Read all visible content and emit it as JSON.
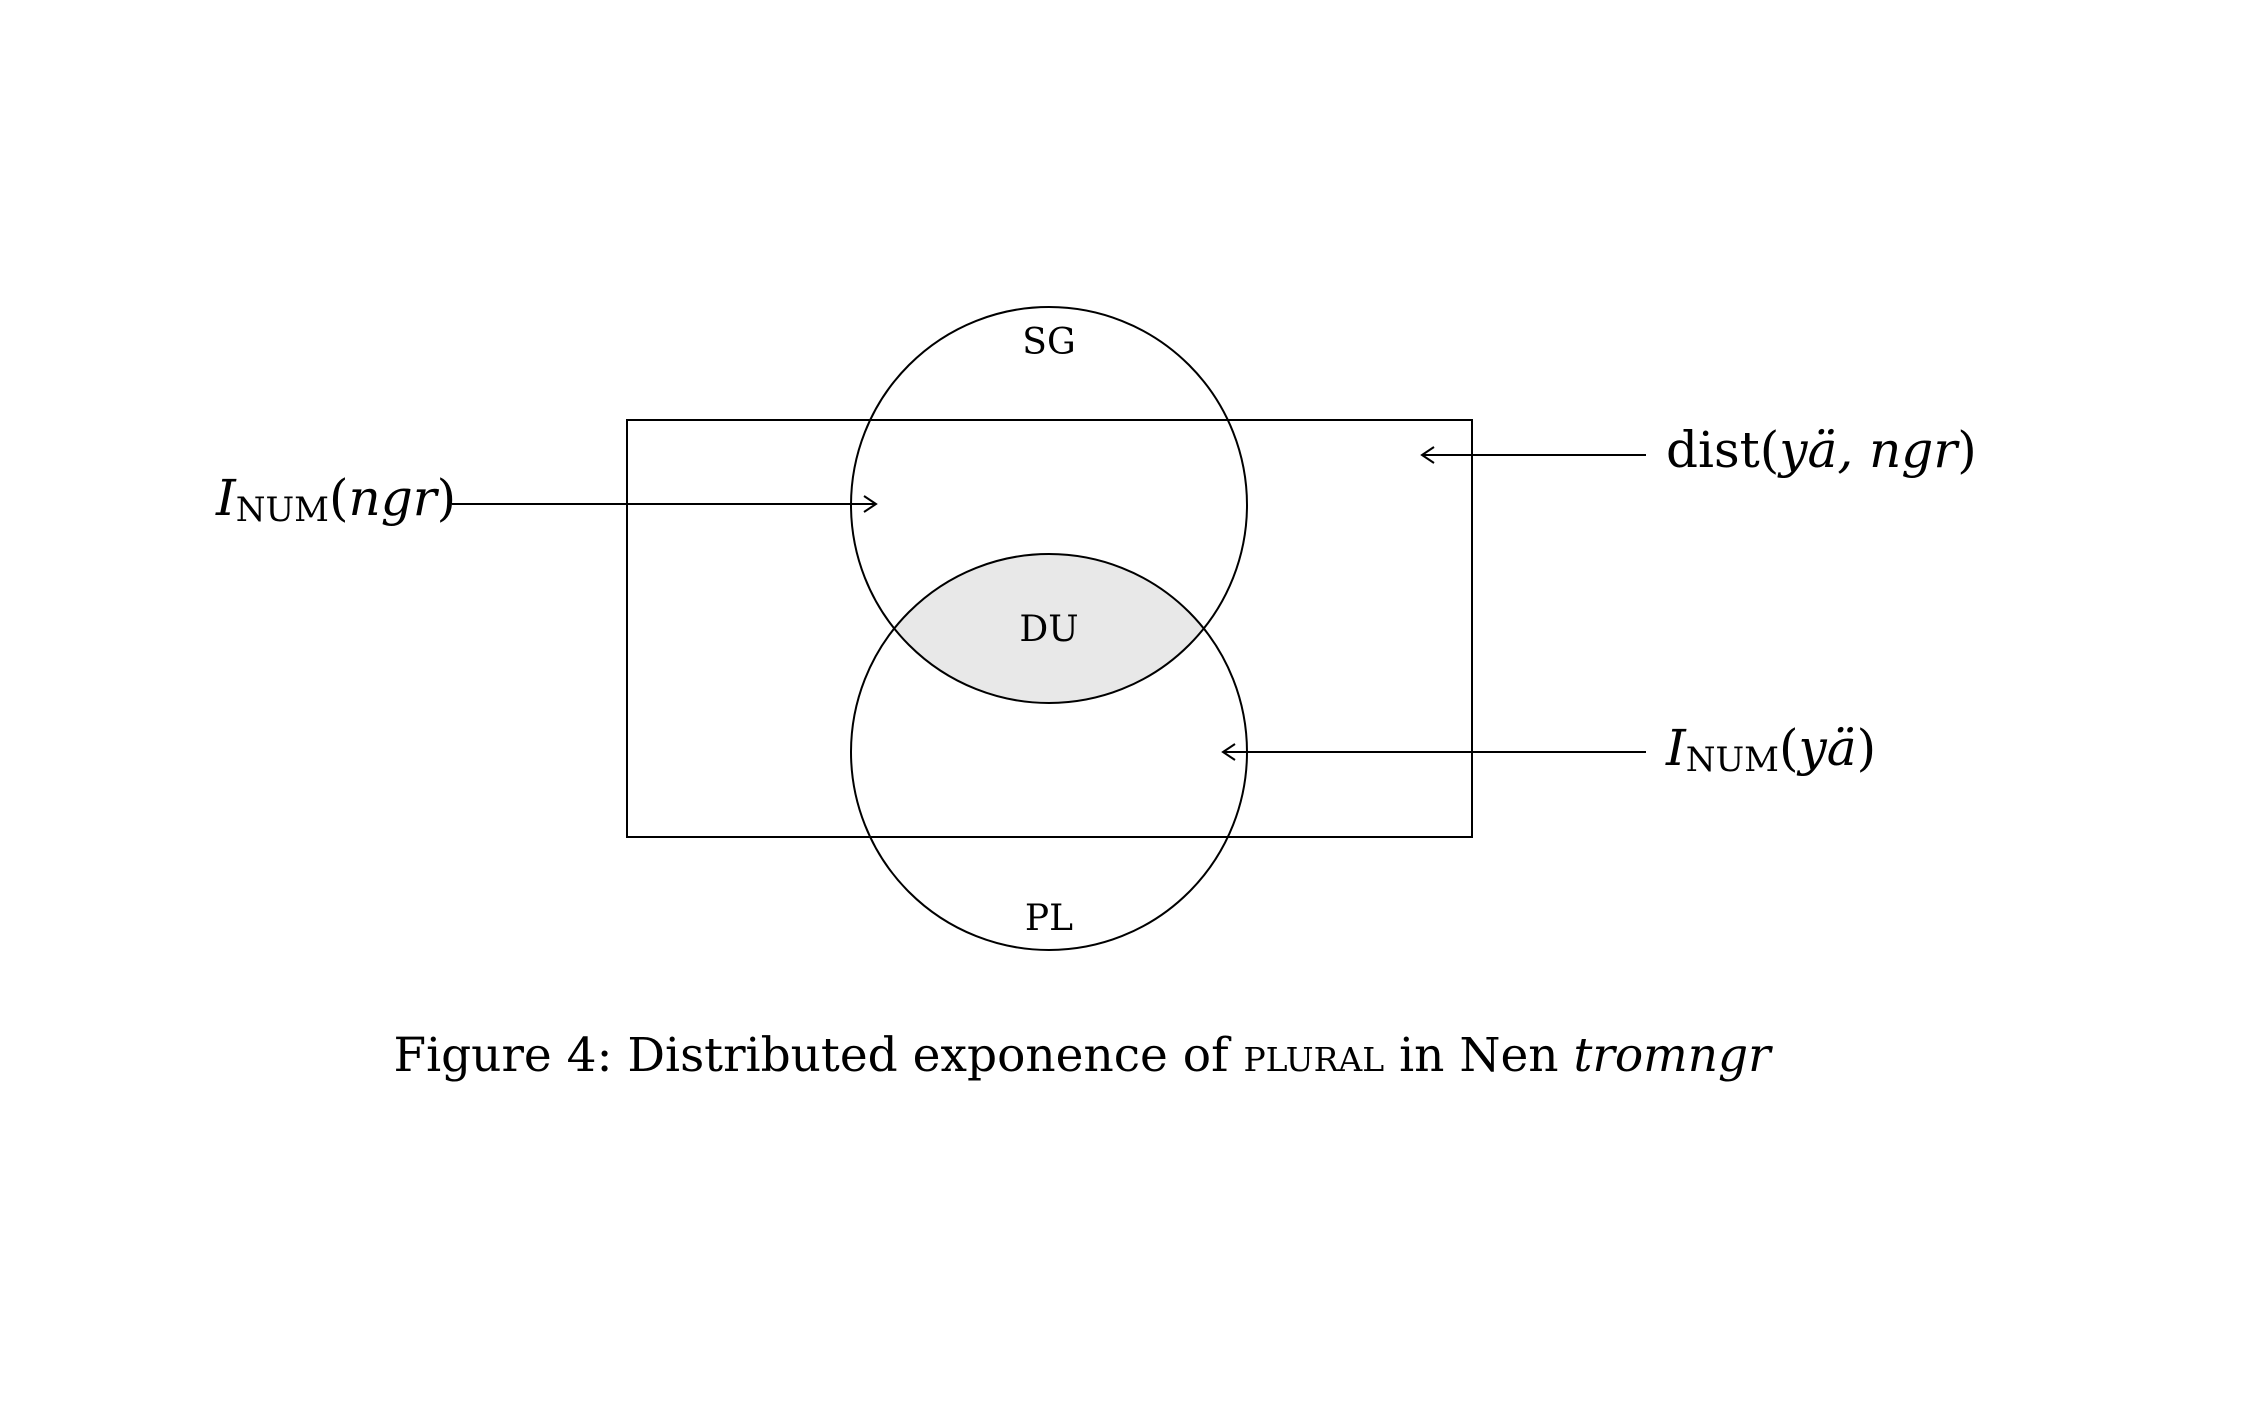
{
  "diagram": {
    "circle_top_label": "SG",
    "intersection_label": "DU",
    "circle_bottom_label": "PL",
    "label_left": {
      "base": "I",
      "subscript": "NUM",
      "open": "(",
      "arg": "ngr",
      "close": ")"
    },
    "label_right_top": {
      "prefix": "dist",
      "open": "(",
      "arg": "yä, ngr",
      "close": ")"
    },
    "label_right_bottom": {
      "base": "I",
      "subscript": "NUM",
      "open": "(",
      "arg": "yä",
      "close": ")"
    },
    "colors": {
      "stroke": "#000000",
      "intersection_fill": "#e8e8e8",
      "background": "#ffffff"
    }
  },
  "caption": {
    "prefix": "Figure 4: Distributed exponence of ",
    "smallcaps": "plural",
    "middle": " in Nen ",
    "italic": "tromngr"
  }
}
